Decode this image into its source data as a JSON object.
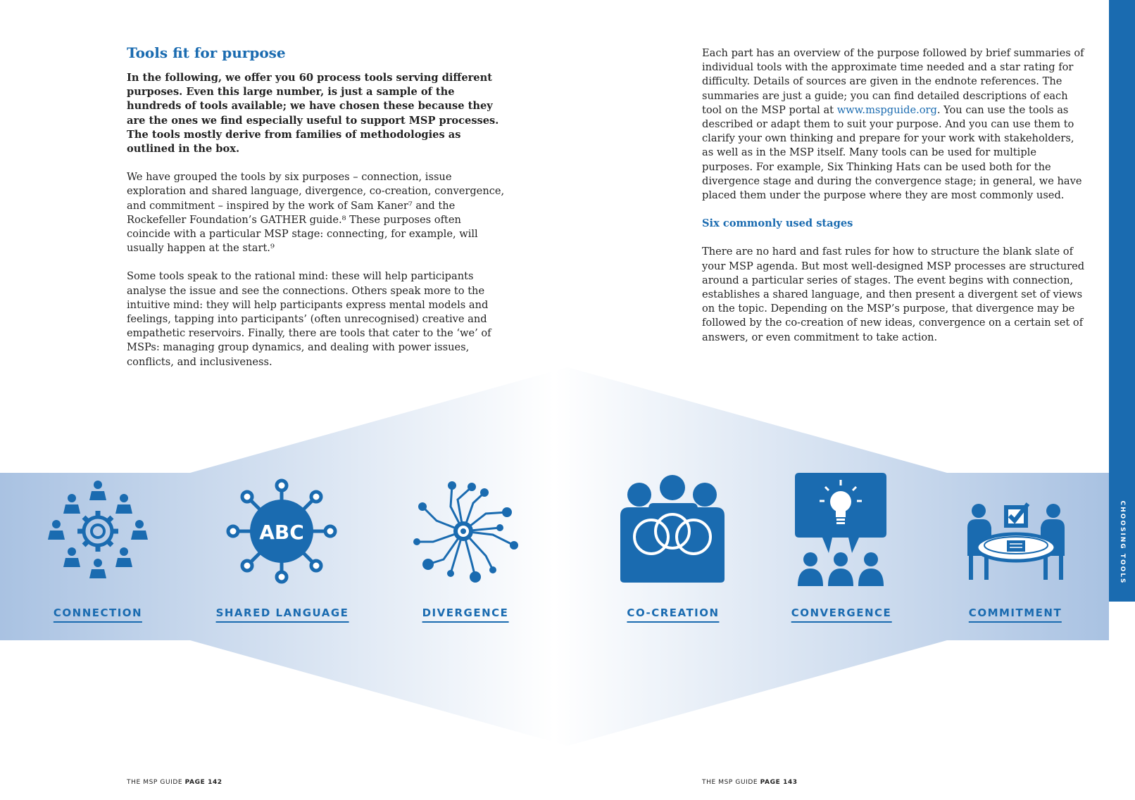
{
  "left": {
    "title": "Tools fit for purpose",
    "lead": "In the following, we offer you 60 process tools serving different purposes. Even this large number, is just a sample of the hundreds of tools available; we have chosen these because they are the ones we find especially useful to support MSP processes. The tools mostly derive from families of methodologies as outlined in the box.",
    "para1": "We have grouped the tools by six purposes – connection, issue exploration and shared language, divergence, co-creation, convergence, and commitment – inspired by the work of Sam Kaner⁷ and the Rockefeller Foundation’s GATHER guide.⁸ These purposes often coincide with a particular MSP stage: connecting, for example, will usually happen at the start.⁹",
    "para2": "Some tools speak to the rational mind: these will help participants analyse the issue and see the connections. Others speak more to the intuitive mind: they will help participants express mental models and feelings, tapping into participants’ (often unrecognised) creative and empathetic reservoirs. Finally, there are tools that cater to the ‘we’ of MSPs: managing group dynamics, and dealing with power issues, conflicts, and inclusiveness."
  },
  "right": {
    "para1_a": "Each part has an overview of the purpose followed by brief summaries of individual tools with the approximate time needed and a star rating for difficulty. Details of sources are given in the endnote references. The summaries are just a guide; you can find detailed descriptions of each tool on the MSP portal at ",
    "link": "www.mspguide.org",
    "para1_b": ". You can use the tools as described or adapt them to suit your purpose. And you can use them to clarify your own thinking and prepare for your work with stakeholders, as well as in the MSP itself. Many tools can be used for multiple purposes. For example, Six Thinking Hats can be used both for the divergence stage and during the convergence stage; in general, we have placed them under the purpose where they are most commonly used.",
    "subhead": "Six commonly used stages",
    "para2": "There are no hard and fast rules for how to structure the blank slate of your MSP agenda. But most well-designed MSP processes are structured around a particular series of stages. The event begins with connection, establishes a shared language, and then present a divergent set of views on the topic. Depending on the MSP’s purpose, that divergence may be followed by the co-creation of new ideas, convergence on a certain set of answers, or even commitment to take action."
  },
  "stages": [
    {
      "label": "CONNECTION",
      "icon": "connection-icon"
    },
    {
      "label": "SHARED LANGUAGE",
      "icon": "shared-language-icon",
      "icon_text": "ABC"
    },
    {
      "label": "DIVERGENCE",
      "icon": "divergence-icon"
    },
    {
      "label": "CO-CREATION",
      "icon": "co-creation-icon"
    },
    {
      "label": "CONVERGENCE",
      "icon": "convergence-icon"
    },
    {
      "label": "COMMITMENT",
      "icon": "commitment-icon"
    }
  ],
  "side_tab": "CHOOSING TOOLS",
  "footer": {
    "left_prefix": "THE MSP GUIDE ",
    "left_page": "PAGE 142",
    "right_prefix": "THE MSP GUIDE ",
    "right_page": "PAGE 143"
  },
  "colors": {
    "accent": "#1a6bb0",
    "band": "#a9c2e2"
  }
}
